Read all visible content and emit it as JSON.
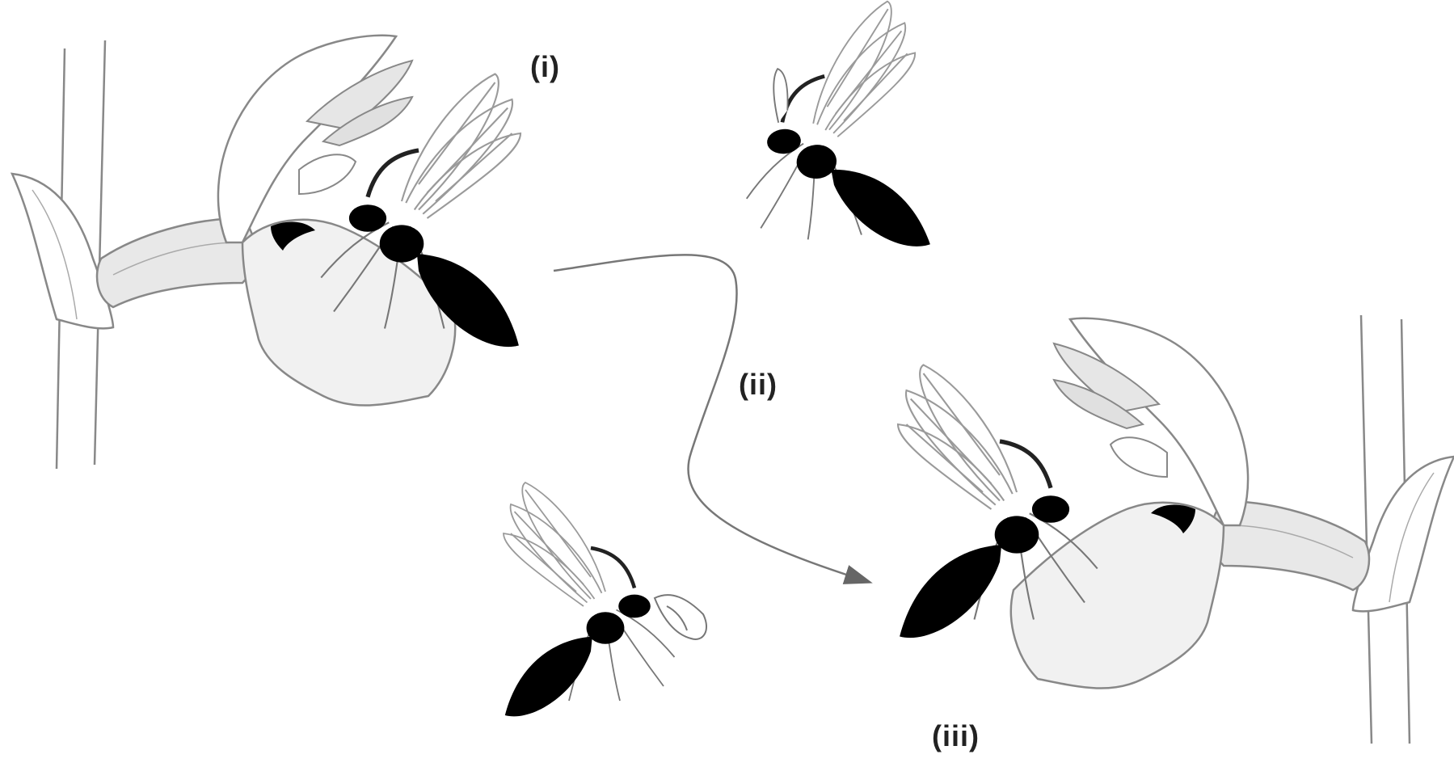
{
  "labels": {
    "step_1": "(i)",
    "step_2": "(ii)",
    "step_3": "(iii)"
  },
  "colors": {
    "outline": "#888888",
    "petal_fill": "#ffffff",
    "lip_fill": "#f1f1f1",
    "insect_body": "#000000",
    "wing_vein": "#9a9a9a",
    "arrow": "#777777"
  }
}
